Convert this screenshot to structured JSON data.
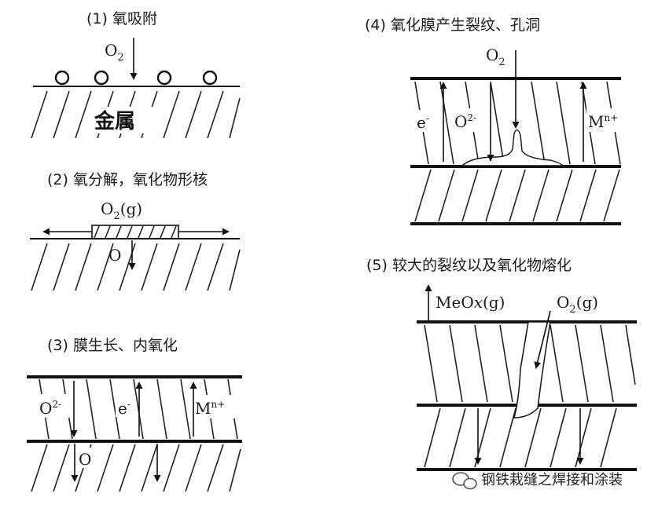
{
  "panels": {
    "p1": {
      "caption": "(1) 氧吸附",
      "gas": "O",
      "gas_sub": "2",
      "metal": "金属"
    },
    "p2": {
      "caption": "(2) 氧分解，氧化物形核",
      "gas": "O",
      "gas_sub": "2",
      "gas_tail": "(g)",
      "ion": "O"
    },
    "p3": {
      "caption": "(3) 膜生长、内氧化",
      "o_ion": "O",
      "o_sup": "2-",
      "e": "e",
      "e_sup": "-",
      "m": "M",
      "m_sup": "n+",
      "inner_o": "O"
    },
    "p4": {
      "caption": "(4) 氧化膜产生裂纹、孔洞",
      "gas": "O",
      "gas_sub": "2",
      "e": "e",
      "e_sup": "-",
      "o_ion": "O",
      "o_sup": "2-",
      "m": "M",
      "m_sup": "n+"
    },
    "p5": {
      "caption": "(5) 较大的裂纹以及氧化物熔化",
      "meo": "MeO",
      "meo_x": "x",
      "meo_tail": "(g)",
      "gas": "O",
      "gas_sub": "2",
      "gas_tail": "(g)"
    }
  },
  "watermark": {
    "text": "钢铁栽缝之焊接和涂装",
    "icon": "wechat-icon"
  }
}
